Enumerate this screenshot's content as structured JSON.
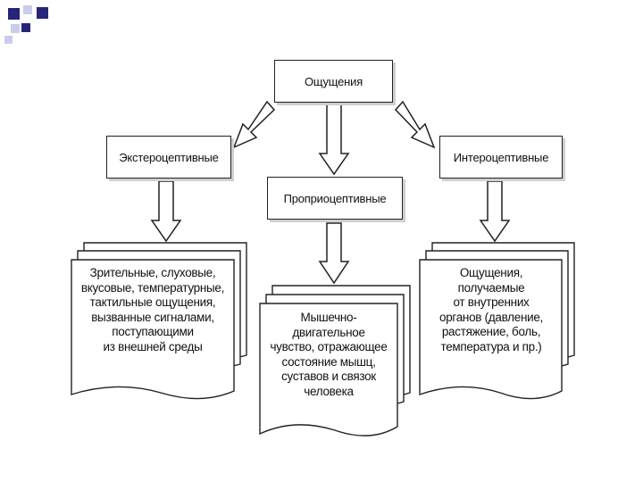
{
  "colors": {
    "square_light": "#c9ccea",
    "square_dark": "#25257a",
    "stroke": "#222222"
  },
  "nodes": {
    "root": "Ощущения",
    "extero": "Экстероцептивные",
    "proprio": "Проприоцептивные",
    "intero": "Интероцептивные"
  },
  "docs": {
    "extero": "Зрительные, слуховые,\nвкусовые, температурные,\nтактильные ощущения,\nвызванные сигналами,\nпоступающими\nиз внешней среды",
    "proprio": "Мышечно-\nдвигательное\nчувство, отражающее\nсостояние мышц,\nсуставов и связок\nчеловека",
    "intero": "Ощущения,\nполучаемые\nот внутренних\nорганов (давление,\nрастяжение, боль,\nтемпература и пр.)"
  }
}
